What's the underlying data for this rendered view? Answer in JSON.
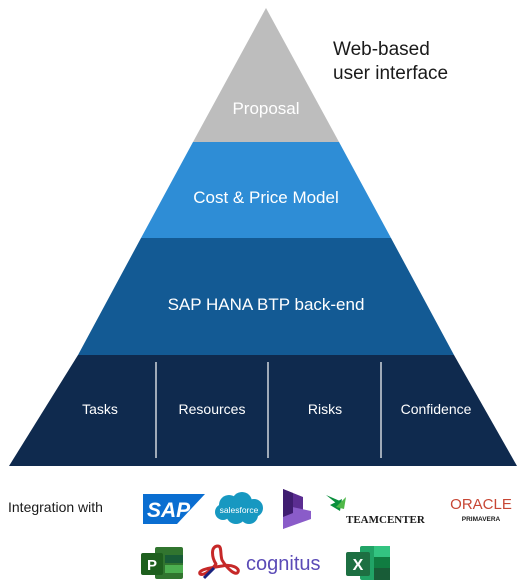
{
  "side_note": {
    "line1": "Web-based",
    "line2": "user interface"
  },
  "pyramid": {
    "tiers": {
      "top": {
        "label": "Proposal",
        "color": "#bdbdbd",
        "text_color": "#ffffff"
      },
      "second": {
        "label": "Cost & Price Model",
        "color": "#2e8dd6",
        "text_color": "#ffffff"
      },
      "third": {
        "label": "SAP HANA BTP back-end",
        "color": "#135a94",
        "text_color": "#ffffff"
      },
      "base": {
        "color": "#0f2a4e",
        "text_color": "#ffffff",
        "cells": [
          "Tasks",
          "Resources",
          "Risks",
          "Confidence"
        ]
      }
    }
  },
  "integration": {
    "label": "Integration with",
    "logos": {
      "sap": "SAP",
      "salesforce": "salesforce",
      "teamcenter": "TEAMCENTER",
      "oracle": "ORACLE",
      "oracle_sub": "PRIMAVERA",
      "project_letter": "P",
      "cognitus": "cognitus",
      "excel_letter": "X"
    }
  },
  "colors": {
    "sap_blue": "#0a6ed1",
    "salesforce_blue": "#1798c1",
    "dynamics_purple": "#5b2d91",
    "teamcenter_green": "#0a8f3d",
    "oracle_red": "#c74634",
    "project_green": "#31752f",
    "excel_green": "#1d6f42",
    "cognitus_purple": "#5b4bb7"
  }
}
